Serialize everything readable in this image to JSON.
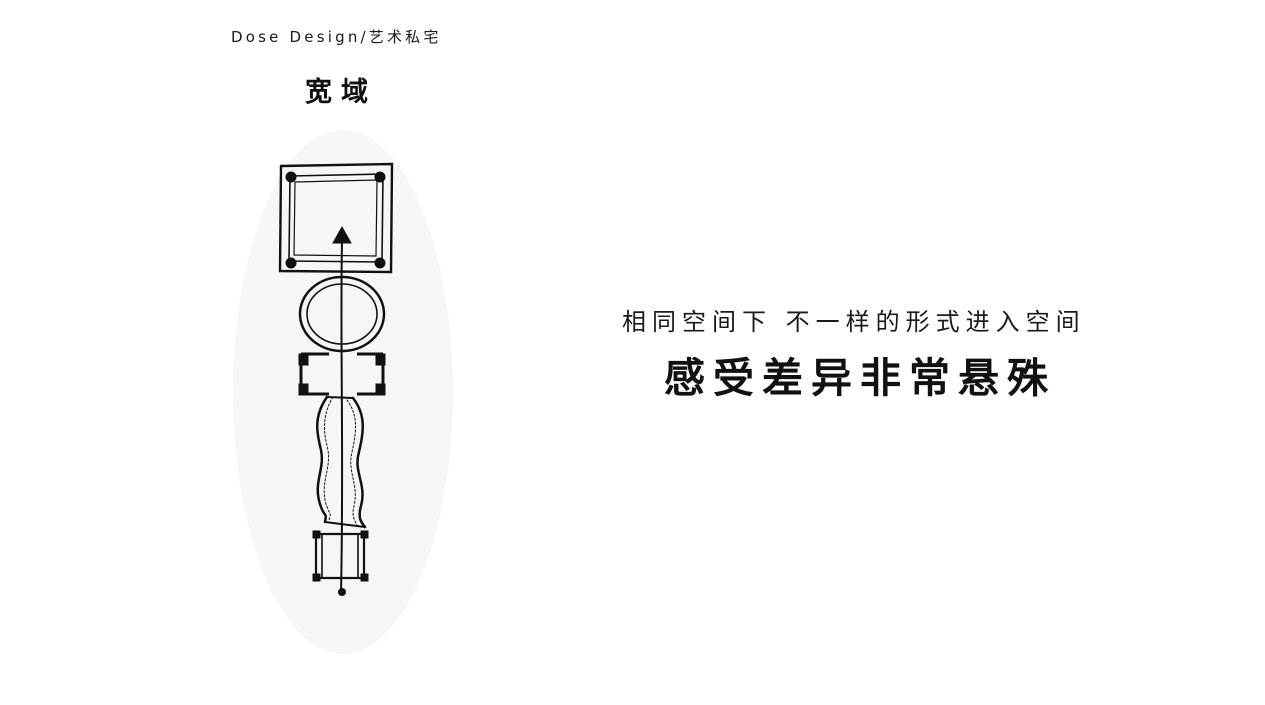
{
  "header": {
    "brand": "Dose Design/艺术私宅",
    "heading": "宽域"
  },
  "taglines": {
    "line1": "相同空间下  不一样的形式进入空间",
    "line2": "感受差异非常悬殊"
  }
}
